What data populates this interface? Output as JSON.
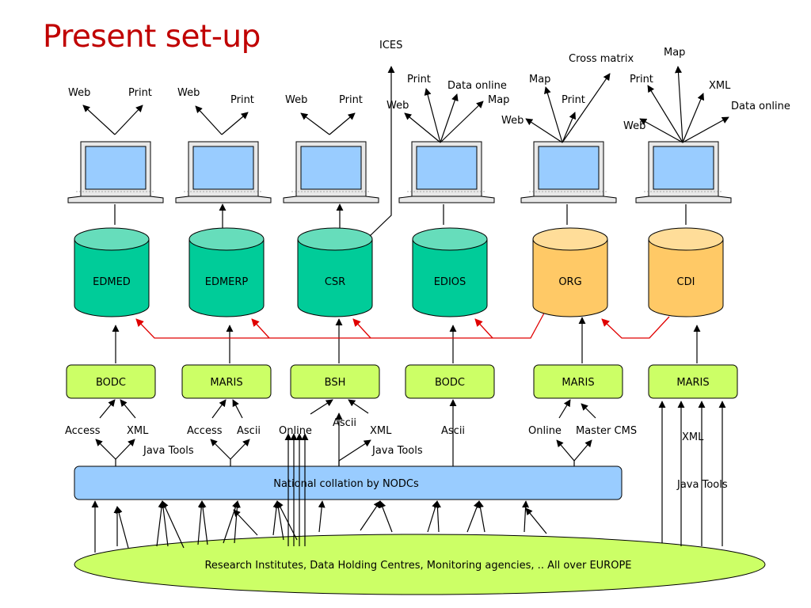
{
  "title": "Present set-up",
  "colors": {
    "title": "#c00000",
    "db_green": "#00cc99",
    "db_green_top": "#66ddbb",
    "db_orange": "#ffc966",
    "db_orange_top": "#ffdd99",
    "centre_box": "#ccff66",
    "nodc_bar": "#99ccff",
    "ellipse": "#ccff66",
    "red_link": "#e00000",
    "laptop_screen": "#99ccff"
  },
  "databases": [
    {
      "name": "EDMED",
      "kind": "green"
    },
    {
      "name": "EDMERP",
      "kind": "green"
    },
    {
      "name": "CSR",
      "kind": "green"
    },
    {
      "name": "EDIOS",
      "kind": "green"
    },
    {
      "name": "ORG",
      "kind": "orange"
    },
    {
      "name": "CDI",
      "kind": "orange"
    }
  ],
  "centres": [
    "BODC",
    "MARIS",
    "BSH",
    "BODC",
    "MARIS",
    "MARIS"
  ],
  "outputs": {
    "edmed": {
      "web": "Web",
      "print": "Print"
    },
    "edmerp": {
      "web": "Web",
      "print": "Print"
    },
    "csr": {
      "web": "Web",
      "print": "Print",
      "ices": "ICES"
    },
    "edios": {
      "web": "Web",
      "print": "Print",
      "data_online": "Data online",
      "map": "Map"
    },
    "org": {
      "web": "Web",
      "map": "Map",
      "print": "Print",
      "cross_matrix": "Cross matrix"
    },
    "cdi": {
      "web": "Web",
      "print": "Print",
      "map": "Map",
      "xml": "XML",
      "data_online": "Data online"
    }
  },
  "inputs": {
    "bodc1": {
      "access": "Access",
      "xml": "XML",
      "java_tools": "Java Tools"
    },
    "maris1": {
      "access": "Access",
      "ascii": "Ascii"
    },
    "bsh": {
      "online": "Online",
      "ascii": "Ascii",
      "xml": "XML",
      "java_tools": "Java Tools"
    },
    "bodc2": {
      "ascii": "Ascii"
    },
    "maris2": {
      "online": "Online",
      "master_cms": "Master CMS"
    },
    "maris3": {
      "xml": "XML",
      "java_tools": "Java Tools"
    }
  },
  "nodc_bar": "National collation by NODCs",
  "sources": "Research Institutes, Data Holding Centres, Monitoring agencies, .. All over EUROPE"
}
